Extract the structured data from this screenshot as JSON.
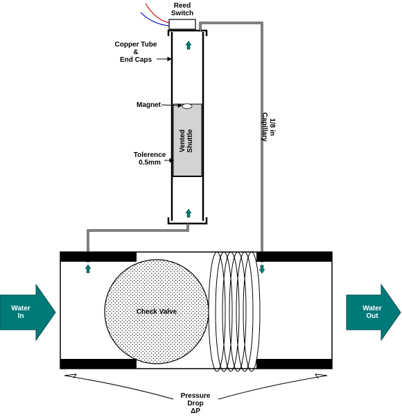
{
  "labels": {
    "reed_switch": [
      "Reed",
      "Switch"
    ],
    "copper_tube": [
      "Copper Tube",
      "&",
      "End Caps"
    ],
    "magnet": "Magnet",
    "vented_shuttle": [
      "Vented",
      "Shuttle"
    ],
    "tolerance": [
      "Tolerence",
      "0.5mm"
    ],
    "capillary": [
      "1/8 in",
      "Capillary"
    ],
    "water_in": [
      "Water",
      "In"
    ],
    "water_out": [
      "Water",
      "Out"
    ],
    "check_valve": "Check Valve",
    "pressure_drop": [
      "Pressure",
      "Drop",
      "ΔP"
    ]
  },
  "colors": {
    "teal": "#007a78",
    "shuttle_fill": "#d3d3d3",
    "wire_red": "#cc0000",
    "wire_blue": "#0000cc",
    "black": "#000000"
  }
}
